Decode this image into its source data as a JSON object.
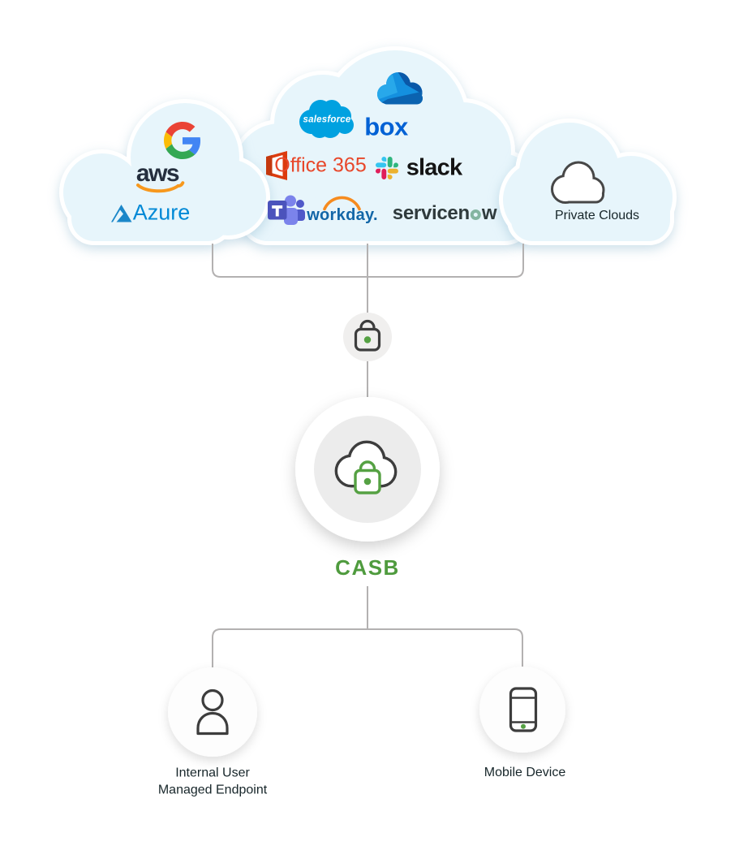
{
  "colors": {
    "accent_green": "#55a143",
    "casb_label_green": "#4f9b3e",
    "cloud_fill": "#e7f5fb",
    "connector_gray": "#b3b1b1",
    "icon_stroke": "#3d3d3d",
    "label_dark": "#17262a"
  },
  "brand_colors": {
    "aws_text": "#252f3e",
    "aws_smile": "#f7981d",
    "azure": "#0089d6",
    "salesforce": "#00a1e0",
    "box": "#0061d5",
    "office365": "#e8472a",
    "slack_text": "#141414",
    "workday": "#1266a7",
    "servicenow_text": "#2f3a3c",
    "servicenow_o": "#84b5a1"
  },
  "clouds": {
    "left": {
      "icons": [
        "google-logo",
        "aws-logo",
        "azure-logo"
      ]
    },
    "middle": {
      "icons": [
        "onedrive-logo",
        "salesforce-logo",
        "box-logo",
        "office365-logo",
        "slack-logo",
        "teams-logo",
        "workday-logo",
        "servicenow-logo"
      ]
    },
    "right": {
      "icons": [
        "private-cloud-icon"
      ],
      "label": "Private Clouds"
    }
  },
  "logos": {
    "aws": "aws",
    "azure": "Azure",
    "salesforce": "salesforce",
    "box": "box",
    "office365": "Office 365",
    "slack": "slack",
    "workday": "workday.",
    "servicenow_pre": "servicen",
    "servicenow_post": "w"
  },
  "nodes": {
    "lock": {
      "icon": "lock-icon"
    },
    "casb": {
      "label": "CASB",
      "icon": "cloud-lock-icon"
    },
    "internal_user": {
      "icon": "user-icon",
      "label_line1": "Internal User",
      "label_line2": "Managed Endpoint"
    },
    "mobile": {
      "icon": "mobile-phone-icon",
      "label": "Mobile Device"
    }
  }
}
